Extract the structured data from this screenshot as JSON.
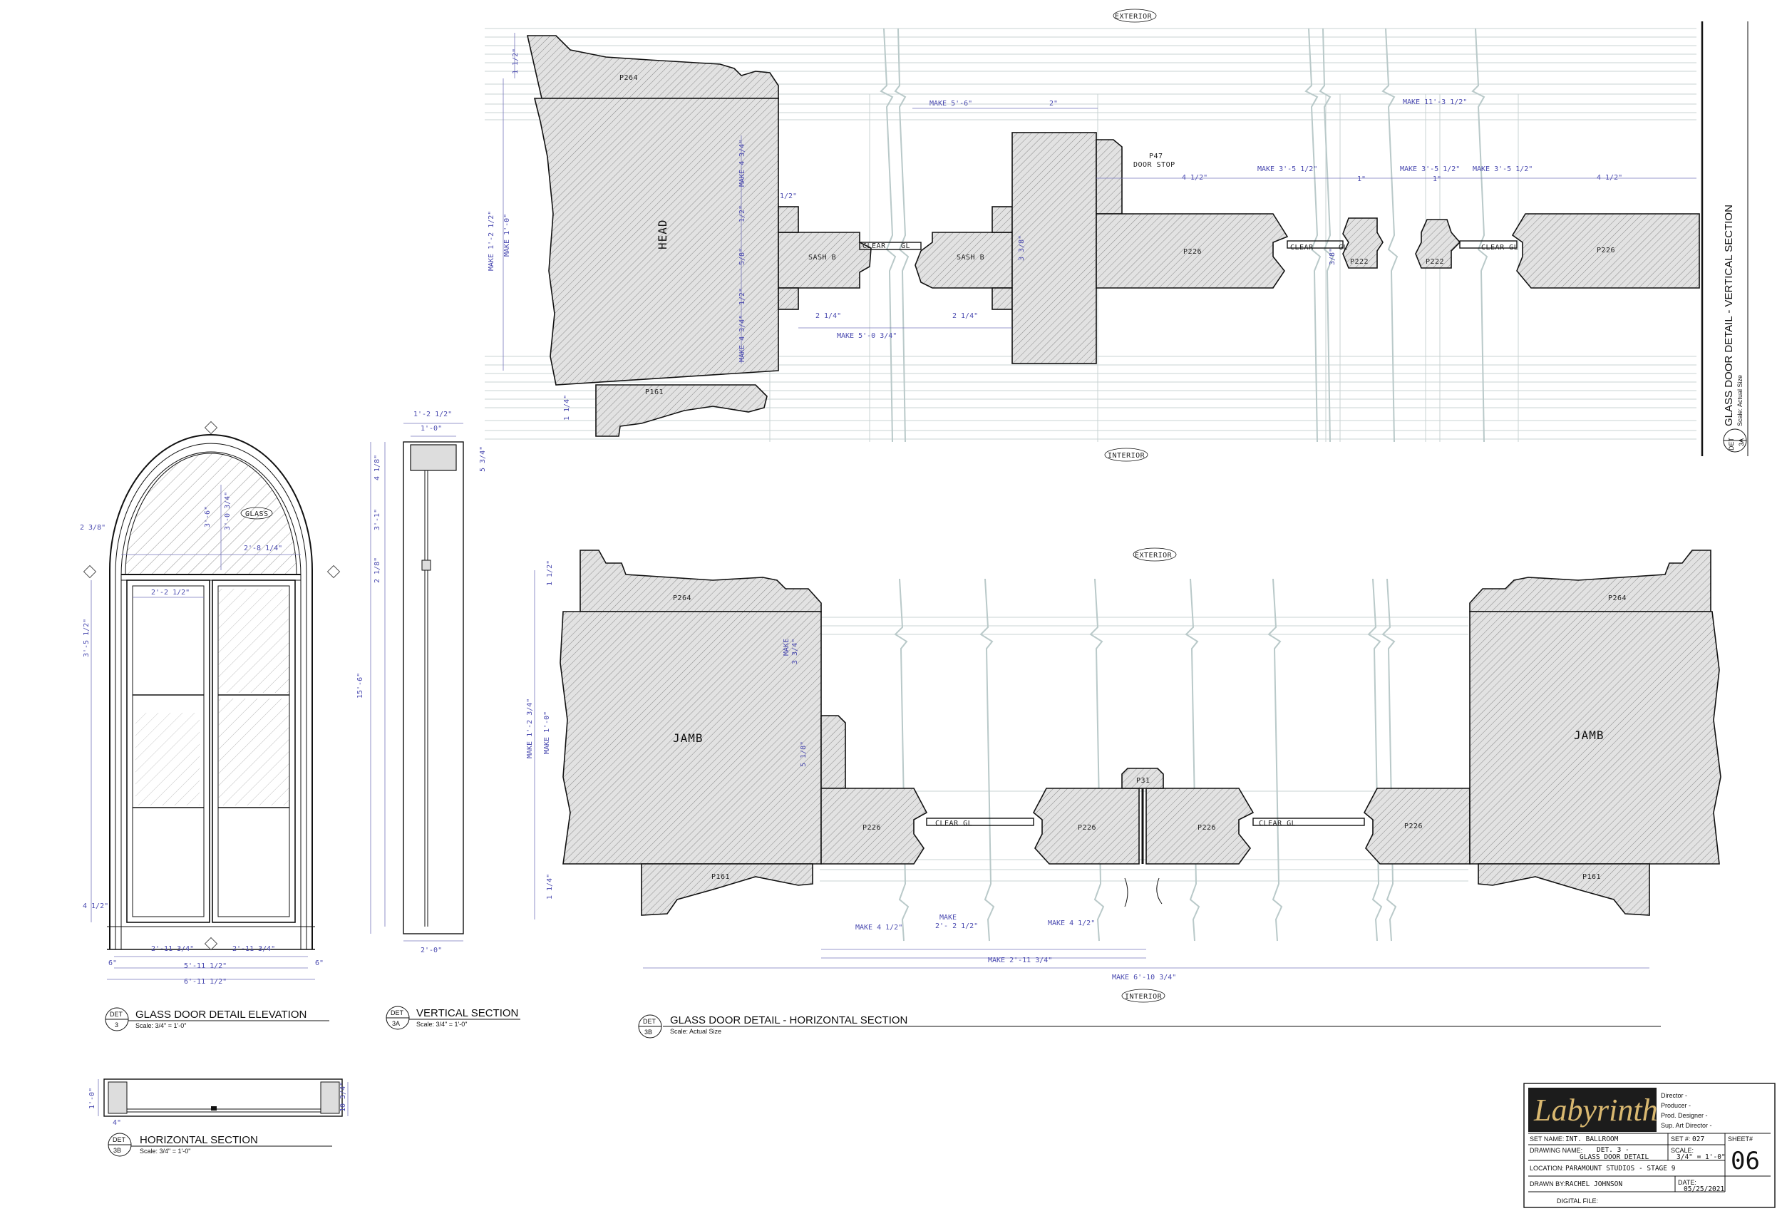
{
  "vertical_section_detail": {
    "title": "GLASS DOOR DETAIL - VERTICAL SECTION",
    "scale": "Scale: Actual Size",
    "det_top": "DET",
    "det_bottom": "3A",
    "exterior": "EXTERIOR",
    "interior": "INTERIOR",
    "labels": {
      "p264": "P264",
      "head": "HEAD",
      "p161": "P161",
      "sash_b_1": "SASH B",
      "sash_b_2": "SASH B",
      "clear_gl_1_clear": "CLEAR",
      "clear_gl_1_gl": "GL",
      "p47": "P47",
      "door_stop": "DOOR STOP",
      "p226_1": "P226",
      "p226_2": "P226",
      "clear_2": "CLEAR",
      "gl_2": "GL",
      "p222_1": "P222",
      "p222_2": "P222",
      "clear_gl_3": "CLEAR GL"
    },
    "dims": {
      "d_1_1_2": "1 1/2\"",
      "make_1_2_1_2": "MAKE 1'-2 1/2\"",
      "make_1_0": "MAKE 1'-0\"",
      "make_4_3_4_a": "MAKE 4 3/4\"",
      "make_4_3_4_b": "MAKE 4 3/4\"",
      "d_1_2_a": "1/2\"",
      "d_1_2_b": "1/2\"",
      "d_1_2_c": "1/2\"",
      "d_5_8": "5/8\"",
      "make_5_6": "MAKE 5'-6\"",
      "d_2": "2\"",
      "make_11_3_1_2": "MAKE 11'-3 1/2\"",
      "d_4_1_2_a": "4 1/2\"",
      "make_3_5_1_2_a": "MAKE 3'-5 1/2\"",
      "d_1_a": "1\"",
      "make_3_5_1_2_b": "MAKE 3'-5 1/2\"",
      "d_1_b": "1\"",
      "make_3_5_1_2_c": "MAKE 3'-5 1/2\"",
      "d_4_1_2_b": "4 1/2\"",
      "d_2_1_4_a": "2 1/4\"",
      "d_2_1_4_b": "2 1/4\"",
      "make_5_0_3_4": "MAKE 5'-0 3/4\"",
      "d_3_3_8": "3 3/8\"",
      "d_3_8": "3/8\"",
      "d_1_1_4": "1 1/4\""
    }
  },
  "horizontal_section_detail": {
    "title": "GLASS DOOR DETAIL - HORIZONTAL SECTION",
    "scale": "Scale: Actual Size",
    "det_top": "DET",
    "det_bottom": "3B",
    "exterior": "EXTERIOR",
    "interior": "INTERIOR",
    "labels": {
      "p264_l": "P264",
      "p264_r": "P264",
      "jamb_l": "JAMB",
      "jamb_r": "JAMB",
      "p161_l": "P161",
      "p161_r": "P161",
      "p226_1": "P226",
      "p226_2": "P226",
      "p226_3": "P226",
      "p226_4": "P226",
      "clear_gl_1": "CLEAR GL",
      "clear_gl_2": "CLEAR GL",
      "p31": "P31"
    },
    "dims": {
      "d_1_1_2": "1 1/2\"",
      "make_1_2_3_4": "MAKE 1'-2 3/4\"",
      "make_1_0": "MAKE 1'-0\"",
      "make_3_3_4_a": "MAKE",
      "make_3_3_4_b": "3 3/4\"",
      "d_5_1_8": "5 1/8\"",
      "d_1_1_4": "1 1/4\"",
      "make_4_1_2_a": "MAKE 4 1/2\"",
      "make_2_2_1_2_a": "MAKE",
      "make_2_2_1_2_b": "2'- 2 1/2\"",
      "make_4_1_2_b": "MAKE 4 1/2\"",
      "make_2_11_3_4": "MAKE 2'-11 3/4\"",
      "make_6_10_3_4": "MAKE 6'-10 3/4\""
    }
  },
  "elevation_detail": {
    "title": "GLASS DOOR DETAIL ELEVATION",
    "scale": "Scale: 3/4\" = 1'-0\"",
    "det_top": "DET",
    "det_bottom": "3",
    "glass": "GLASS",
    "dims": {
      "d_2_3_8": "2 3/8\"",
      "d_3_6": "3'-6\"",
      "d_3_0_3_4": "3'-0 3/4\"",
      "d_2_8_1_4": "2'-8 1/4\"",
      "d_2_2_1_2": "2'-2 1/2\"",
      "d_3_5_1_2": "3'-5 1/2\"",
      "d_4_1_2": "4 1/2\"",
      "d_2_11_3_4_a": "2'-11 3/4\"",
      "d_2_11_3_4_b": "2'-11 3/4\"",
      "d_6_a": "6\"",
      "d_6_b": "6\"",
      "d_5_11_1_2": "5'-11 1/2\"",
      "d_6_11_1_2": "6'-11 1/2\""
    }
  },
  "vertical_small_detail": {
    "title": "VERTICAL SECTION",
    "scale": "Scale: 3/4\" = 1'-0\"",
    "det_top": "DET",
    "det_bottom": "3A",
    "dims": {
      "d_1_2_1_2": "1'-2 1/2\"",
      "d_1_0": "1'-0\"",
      "d_4_1_8": "4 1/8\"",
      "d_5_3_4": "5 3/4\"",
      "d_3_1": "3'-1\"",
      "d_2_1_8": "2 1/8\"",
      "d_15_6": "15'-6\"",
      "d_2_0": "2'-0\""
    }
  },
  "horizontal_small_detail": {
    "title": "HORIZONTAL SECTION",
    "scale": "Scale: 3/4\" = 1'-0\"",
    "det_top": "DET",
    "det_bottom": "3B",
    "dims": {
      "d_1_0": "1'-0\"",
      "d_10_3_4": "10 3/4\"",
      "d_4": "4\""
    }
  },
  "title_block": {
    "logo": "Labyrinth",
    "director": "Director -",
    "producer": "Producer -",
    "prod_designer": "Prod. Designer -",
    "sup_art_director": "Sup. Art Director -",
    "set_name_label": "SET NAME:",
    "set_name": "INT. BALLROOM",
    "set_no_label": "SET #:",
    "set_no": "027",
    "sheet_label": "SHEET#",
    "sheet_no": "06",
    "drawing_name_label": "DRAWING NAME:",
    "drawing_name_1": "DET. 3 -",
    "drawing_name_2": "GLASS DOOR DETAIL",
    "scale_label": "SCALE:",
    "scale": "3/4\" = 1'-0\"",
    "location_label": "LOCATION:",
    "location": "PARAMOUNT STUDIOS - STAGE 9",
    "drawn_by_label": "DRAWN BY:",
    "drawn_by": "RACHEL JOHNSON",
    "date_label": "DATE:",
    "date": "05/25/2021",
    "digital_file_label": "DIGITAL FILE:"
  }
}
